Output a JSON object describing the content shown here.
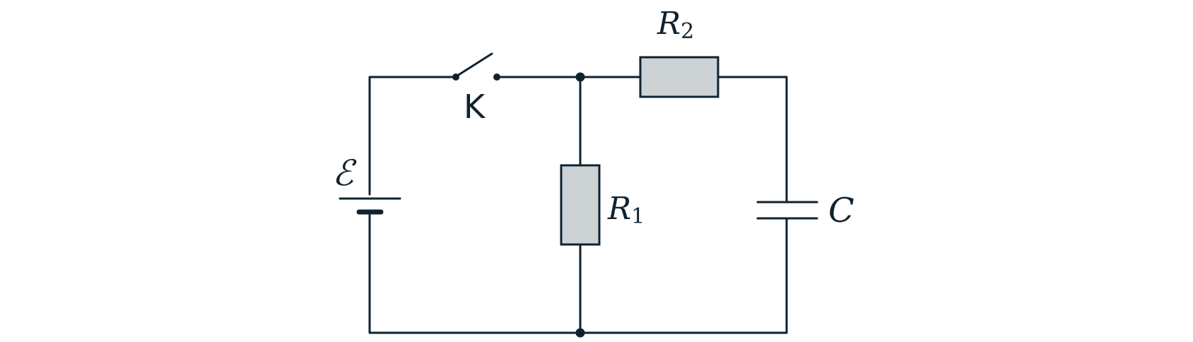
{
  "colors": {
    "line": "#0f2230",
    "resistor_fill": "#cdd2d4",
    "background": "#ffffff"
  },
  "labels": {
    "emf": "ℰ",
    "switch": "K",
    "r1_letter": "R",
    "r1_sub": "1",
    "r2_letter": "R",
    "r2_sub": "2",
    "capacitor": "C"
  }
}
